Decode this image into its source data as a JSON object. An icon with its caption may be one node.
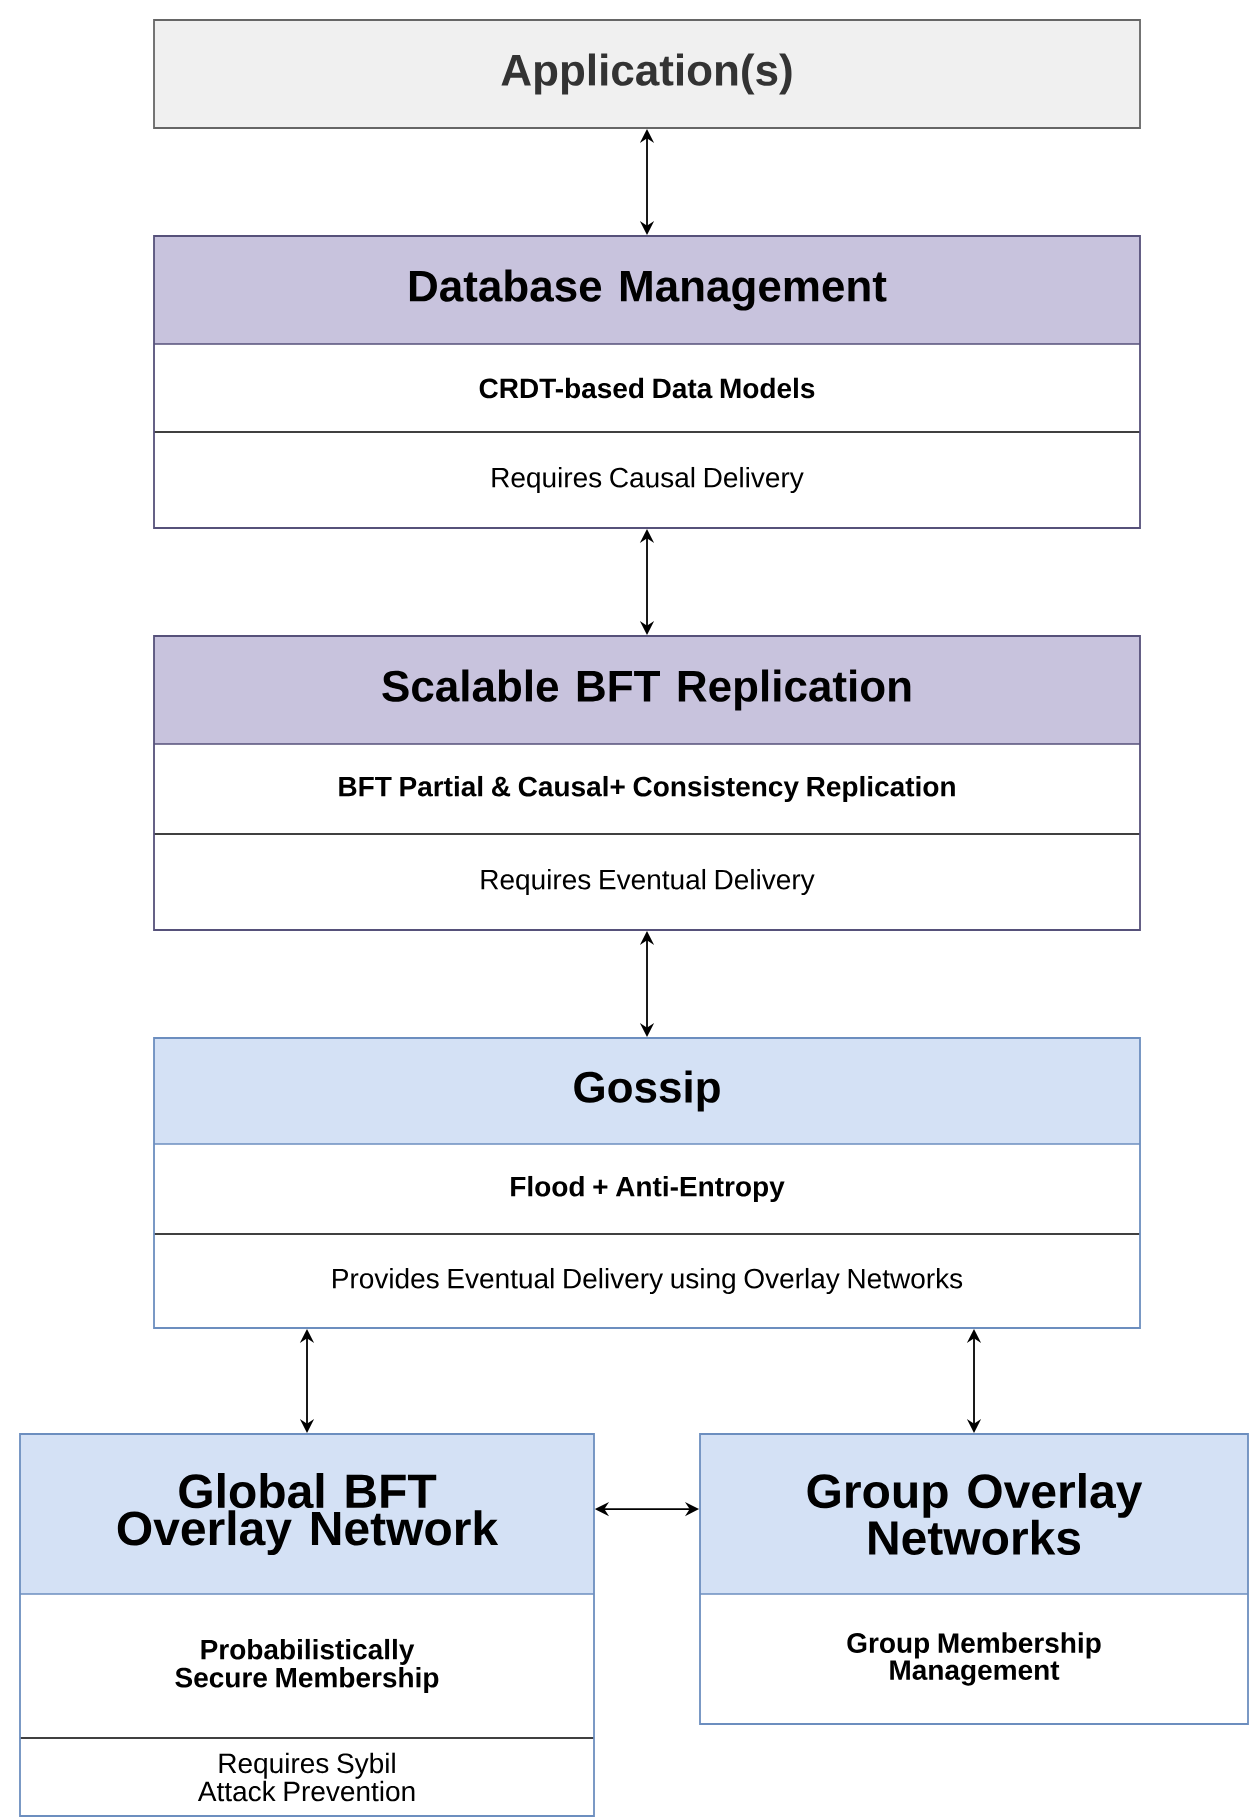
{
  "diagram": {
    "nodes": [
      {
        "text": [
          "Application(s)"
        ]
      },
      {
        "text": [
          "Database Management",
          "CRDT-based Data Models",
          "Requires Causal Delivery"
        ]
      },
      {
        "text": [
          "Scalable BFT Replication",
          "BFT Partial & Causal+ Consistency Replication",
          "Requires Eventual Delivery"
        ]
      },
      {
        "text": [
          "Gossip",
          "Flood + Anti-Entropy",
          "Provides Eventual Delivery using Overlay Networks"
        ]
      },
      {
        "text": [
          "Global BFT Overlay Network",
          "Probabilistically Secure Membership",
          "Requires Sybil Attack Prevention"
        ]
      },
      {
        "text": [
          "Group Overlay Networks",
          "Group Membership Management"
        ]
      }
    ],
    "edges": [
      {
        "from": 0,
        "to": 1,
        "arrow": "both"
      },
      {
        "from": 1,
        "to": 2,
        "arrow": "both"
      },
      {
        "from": 2,
        "to": 3,
        "arrow": "both"
      },
      {
        "from": 3,
        "to": 4,
        "arrow": "both"
      },
      {
        "from": 3,
        "to": 5,
        "arrow": "both"
      },
      {
        "from": 4,
        "to": 5,
        "arrow": "both"
      }
    ]
  }
}
